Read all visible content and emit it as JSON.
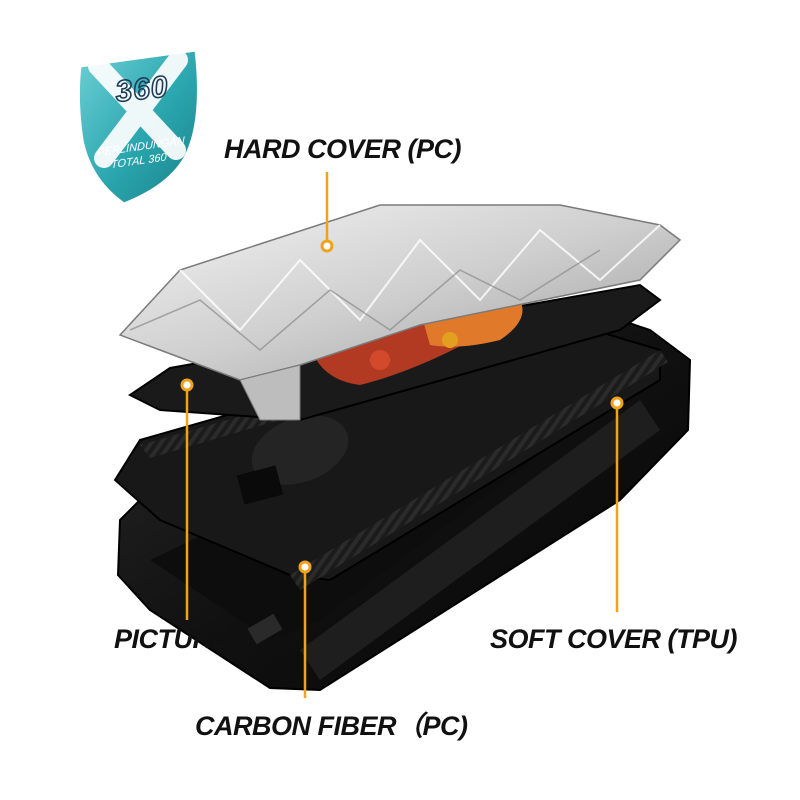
{
  "badge": {
    "number": "360",
    "line1": "PERLINDUNGAN",
    "line2": "TOTAL 360°"
  },
  "labels": {
    "hard_cover": "HARD COVER (PC)",
    "picture": "PICTURE",
    "soft_cover": "SOFT COVER (TPU)",
    "carbon_fiber": "CARBON FIBER（PC)"
  },
  "colors": {
    "accent": "#f0a31a",
    "badge_teal": "#2aa6ae",
    "case_black": "#151515"
  }
}
